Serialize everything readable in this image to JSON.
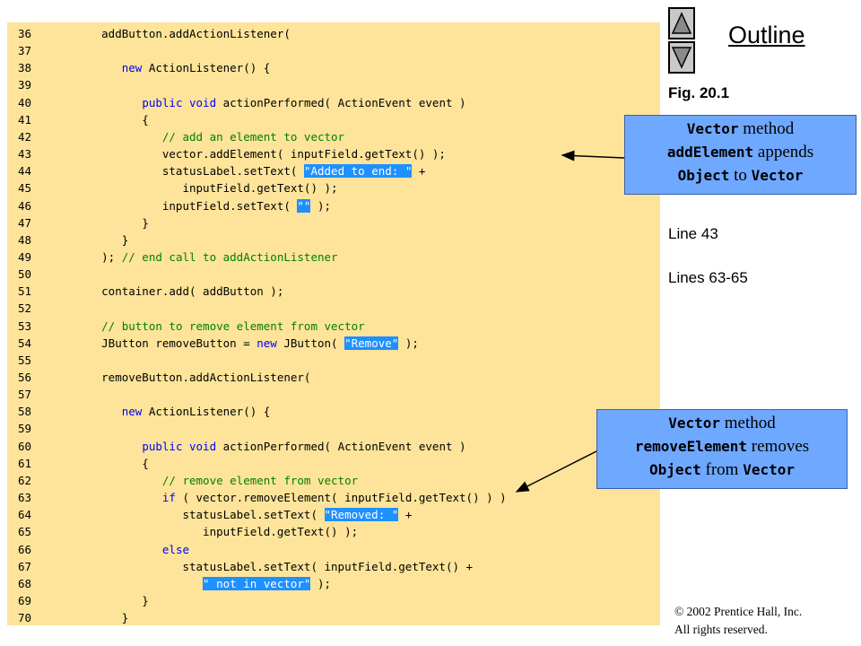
{
  "code_lines": [
    {
      "num": "36",
      "tokens": [
        {
          "t": "      addButton.addActionListener(",
          "c": ""
        }
      ]
    },
    {
      "num": "37",
      "tokens": []
    },
    {
      "num": "38",
      "tokens": [
        {
          "t": "         ",
          "c": ""
        },
        {
          "t": "new",
          "c": "kw"
        },
        {
          "t": " ActionListener() {",
          "c": ""
        }
      ]
    },
    {
      "num": "39",
      "tokens": []
    },
    {
      "num": "40",
      "tokens": [
        {
          "t": "            ",
          "c": ""
        },
        {
          "t": "public void",
          "c": "kw"
        },
        {
          "t": " actionPerformed( ActionEvent event )",
          "c": ""
        }
      ]
    },
    {
      "num": "41",
      "tokens": [
        {
          "t": "            {",
          "c": ""
        }
      ]
    },
    {
      "num": "42",
      "tokens": [
        {
          "t": "               ",
          "c": ""
        },
        {
          "t": "// add an element to vector",
          "c": "cm"
        }
      ]
    },
    {
      "num": "43",
      "tokens": [
        {
          "t": "               vector.addElement( inputField.getText() );",
          "c": ""
        }
      ]
    },
    {
      "num": "44",
      "tokens": [
        {
          "t": "               statusLabel.setText( ",
          "c": ""
        },
        {
          "t": "\"Added to end: \"",
          "c": "str"
        },
        {
          "t": " +",
          "c": ""
        }
      ]
    },
    {
      "num": "45",
      "tokens": [
        {
          "t": "                  inputField.getText() );",
          "c": ""
        }
      ]
    },
    {
      "num": "46",
      "tokens": [
        {
          "t": "               inputField.setText( ",
          "c": ""
        },
        {
          "t": "\"\"",
          "c": "str"
        },
        {
          "t": " );",
          "c": ""
        }
      ]
    },
    {
      "num": "47",
      "tokens": [
        {
          "t": "            }",
          "c": ""
        }
      ]
    },
    {
      "num": "48",
      "tokens": [
        {
          "t": "         }",
          "c": ""
        }
      ]
    },
    {
      "num": "49",
      "tokens": [
        {
          "t": "      ); ",
          "c": ""
        },
        {
          "t": "// end call to addActionListener",
          "c": "cm"
        }
      ]
    },
    {
      "num": "50",
      "tokens": []
    },
    {
      "num": "51",
      "tokens": [
        {
          "t": "      container.add( addButton );",
          "c": ""
        }
      ]
    },
    {
      "num": "52",
      "tokens": []
    },
    {
      "num": "53",
      "tokens": [
        {
          "t": "      ",
          "c": ""
        },
        {
          "t": "// button to remove element from vector",
          "c": "cm"
        }
      ]
    },
    {
      "num": "54",
      "tokens": [
        {
          "t": "      JButton removeButton = ",
          "c": ""
        },
        {
          "t": "new",
          "c": "kw"
        },
        {
          "t": " JButton( ",
          "c": ""
        },
        {
          "t": "\"Remove\"",
          "c": "str"
        },
        {
          "t": " );",
          "c": ""
        }
      ]
    },
    {
      "num": "55",
      "tokens": []
    },
    {
      "num": "56",
      "tokens": [
        {
          "t": "      removeButton.addActionListener(",
          "c": ""
        }
      ]
    },
    {
      "num": "57",
      "tokens": []
    },
    {
      "num": "58",
      "tokens": [
        {
          "t": "         ",
          "c": ""
        },
        {
          "t": "new",
          "c": "kw"
        },
        {
          "t": " ActionListener() {",
          "c": ""
        }
      ]
    },
    {
      "num": "59",
      "tokens": []
    },
    {
      "num": "60",
      "tokens": [
        {
          "t": "            ",
          "c": ""
        },
        {
          "t": "public void",
          "c": "kw"
        },
        {
          "t": " actionPerformed( ActionEvent event )",
          "c": ""
        }
      ]
    },
    {
      "num": "61",
      "tokens": [
        {
          "t": "            {",
          "c": ""
        }
      ]
    },
    {
      "num": "62",
      "tokens": [
        {
          "t": "               ",
          "c": ""
        },
        {
          "t": "// remove element from vector",
          "c": "cm"
        }
      ]
    },
    {
      "num": "63",
      "tokens": [
        {
          "t": "               ",
          "c": ""
        },
        {
          "t": "if",
          "c": "kw"
        },
        {
          "t": " ( vector.removeElement( inputField.getText() ) )",
          "c": ""
        }
      ]
    },
    {
      "num": "64",
      "tokens": [
        {
          "t": "                  statusLabel.setText( ",
          "c": ""
        },
        {
          "t": "\"Removed: \"",
          "c": "str"
        },
        {
          "t": " +",
          "c": ""
        }
      ]
    },
    {
      "num": "65",
      "tokens": [
        {
          "t": "                     inputField.getText() );",
          "c": ""
        }
      ]
    },
    {
      "num": "66",
      "tokens": [
        {
          "t": "               ",
          "c": ""
        },
        {
          "t": "else",
          "c": "kw"
        }
      ]
    },
    {
      "num": "67",
      "tokens": [
        {
          "t": "                  statusLabel.setText( inputField.getText() +",
          "c": ""
        }
      ]
    },
    {
      "num": "68",
      "tokens": [
        {
          "t": "                     ",
          "c": ""
        },
        {
          "t": "\" not in vector\"",
          "c": "str"
        },
        {
          "t": " );",
          "c": ""
        }
      ]
    },
    {
      "num": "69",
      "tokens": [
        {
          "t": "            }",
          "c": ""
        }
      ]
    },
    {
      "num": "70",
      "tokens": [
        {
          "t": "         }",
          "c": ""
        }
      ]
    }
  ],
  "sidebar": {
    "outline_label": "Outline",
    "fig_title": "Fig. 20.1",
    "line_ref_1": "Line 43",
    "line_ref_2": "Lines 63-65"
  },
  "callouts": {
    "add": {
      "c1": "Vector",
      "t1": " method",
      "c2": "addElement",
      "t2": " appends",
      "c3": "Object",
      "t3": " to ",
      "c4": "Vector"
    },
    "remove": {
      "c1": "Vector",
      "t1": " method",
      "c2": "removeElement",
      "t2": " removes",
      "c3": "Object",
      "t3": " from ",
      "c4": "Vector"
    }
  },
  "footer": {
    "copyright_symbol": "©",
    "copyright_text": " 2002 Prentice Hall, Inc.",
    "rights": "All rights reserved."
  },
  "colors": {
    "code_background": "#fde49a",
    "keyword": "#0000ff",
    "comment": "#008000",
    "string_highlight": "#1e90ff",
    "callout": "#6fa8ff"
  }
}
